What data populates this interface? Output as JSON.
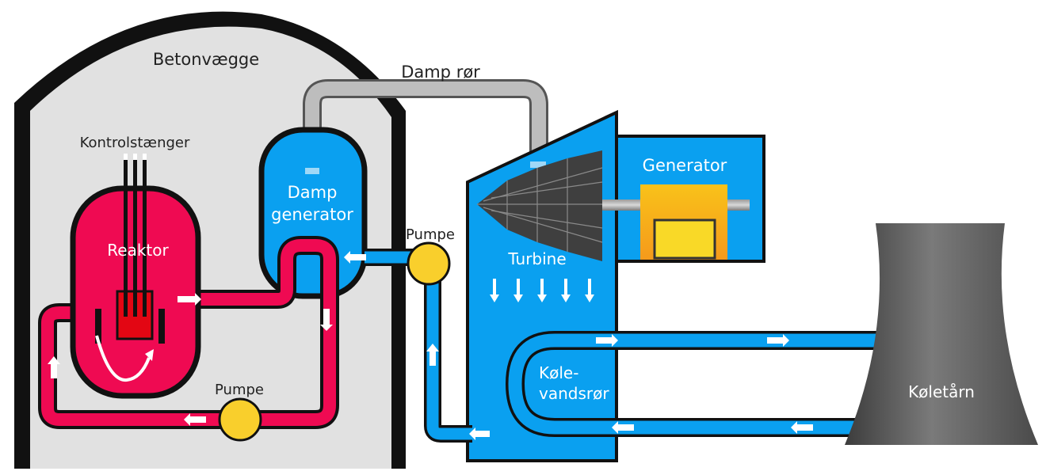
{
  "labels": {
    "concrete_walls": "Betonvægge",
    "steam_pipe": "Damp rør",
    "control_rods": "Kontrolstænger",
    "reactor": "Reaktor",
    "steam_generator_line1": "Damp",
    "steam_generator_line2": "generator",
    "pump_primary": "Pumpe",
    "pump_secondary": "Pumpe",
    "turbine": "Turbine",
    "generator": "Generator",
    "cooling_pipe_line1": "Køle-",
    "cooling_pipe_line2": "vandsrør",
    "cooling_tower": "Køletårn"
  },
  "colors": {
    "black_wall": "#111111",
    "containment_fill": "#e1e1e1",
    "reactor_red": "#ef0a52",
    "core_red": "#e30613",
    "water_blue": "#0aa0f0",
    "steam_gray": "#b8b8b8",
    "pump_yellow": "#f9cf2c",
    "generator_orange": "#f59a1b",
    "generator_yellow": "#f9d927",
    "tower_gray": "#5e5e5e"
  }
}
